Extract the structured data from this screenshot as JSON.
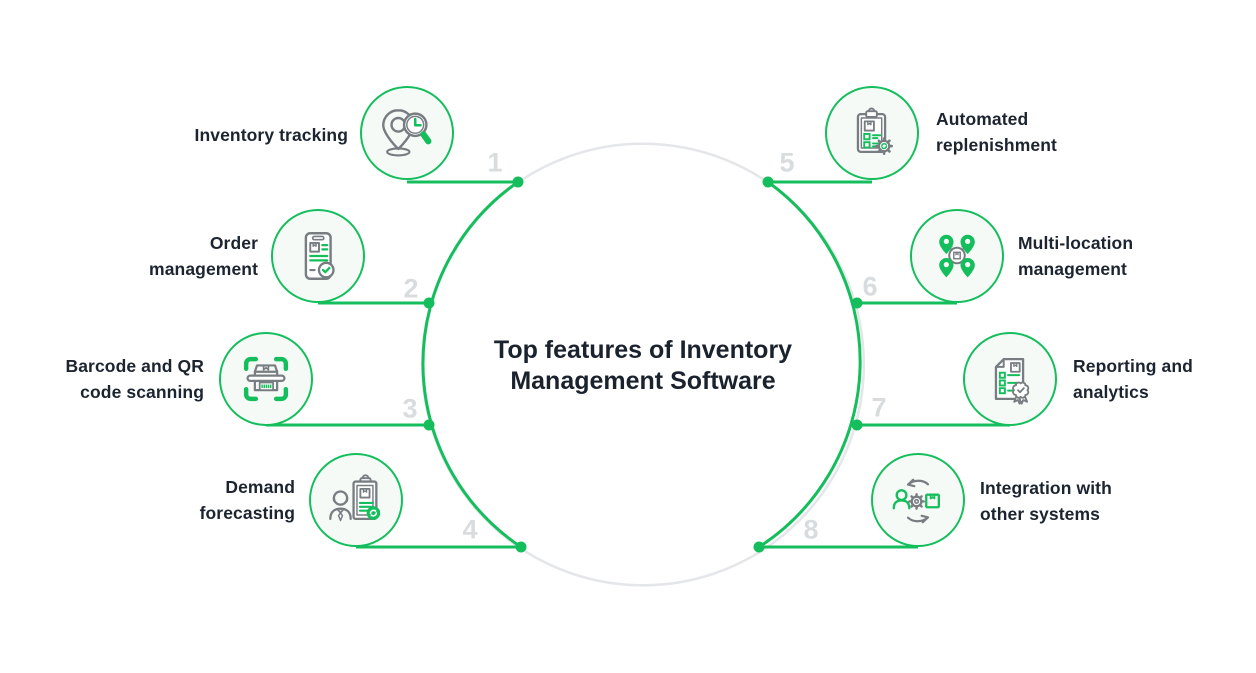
{
  "title": "Top features of Inventory\nManagement Software",
  "features": [
    {
      "number": "1",
      "label": "Inventory tracking",
      "icon": "inventory-tracking-icon"
    },
    {
      "number": "2",
      "label": "Order\nmanagement",
      "icon": "order-management-icon"
    },
    {
      "number": "3",
      "label": "Barcode and QR\ncode scanning",
      "icon": "barcode-qr-scanning-icon"
    },
    {
      "number": "4",
      "label": "Demand\nforecasting",
      "icon": "demand-forecasting-icon"
    },
    {
      "number": "5",
      "label": "Automated\nreplenishment",
      "icon": "automated-replenishment-icon"
    },
    {
      "number": "6",
      "label": "Multi-location\nmanagement",
      "icon": "multi-location-management-icon"
    },
    {
      "number": "7",
      "label": "Reporting and\nanalytics",
      "icon": "reporting-analytics-icon"
    },
    {
      "number": "8",
      "label": "Integration with\nother systems",
      "icon": "integration-other-systems-icon"
    }
  ],
  "colors": {
    "accent_green": "#15BE5C",
    "track_gray": "#E4E6E9",
    "number_gray": "#D9DCDF",
    "text_dark": "#1C2430",
    "icon_stroke_gray": "#787D82",
    "icon_circle_bg": "#F6FAF7"
  }
}
